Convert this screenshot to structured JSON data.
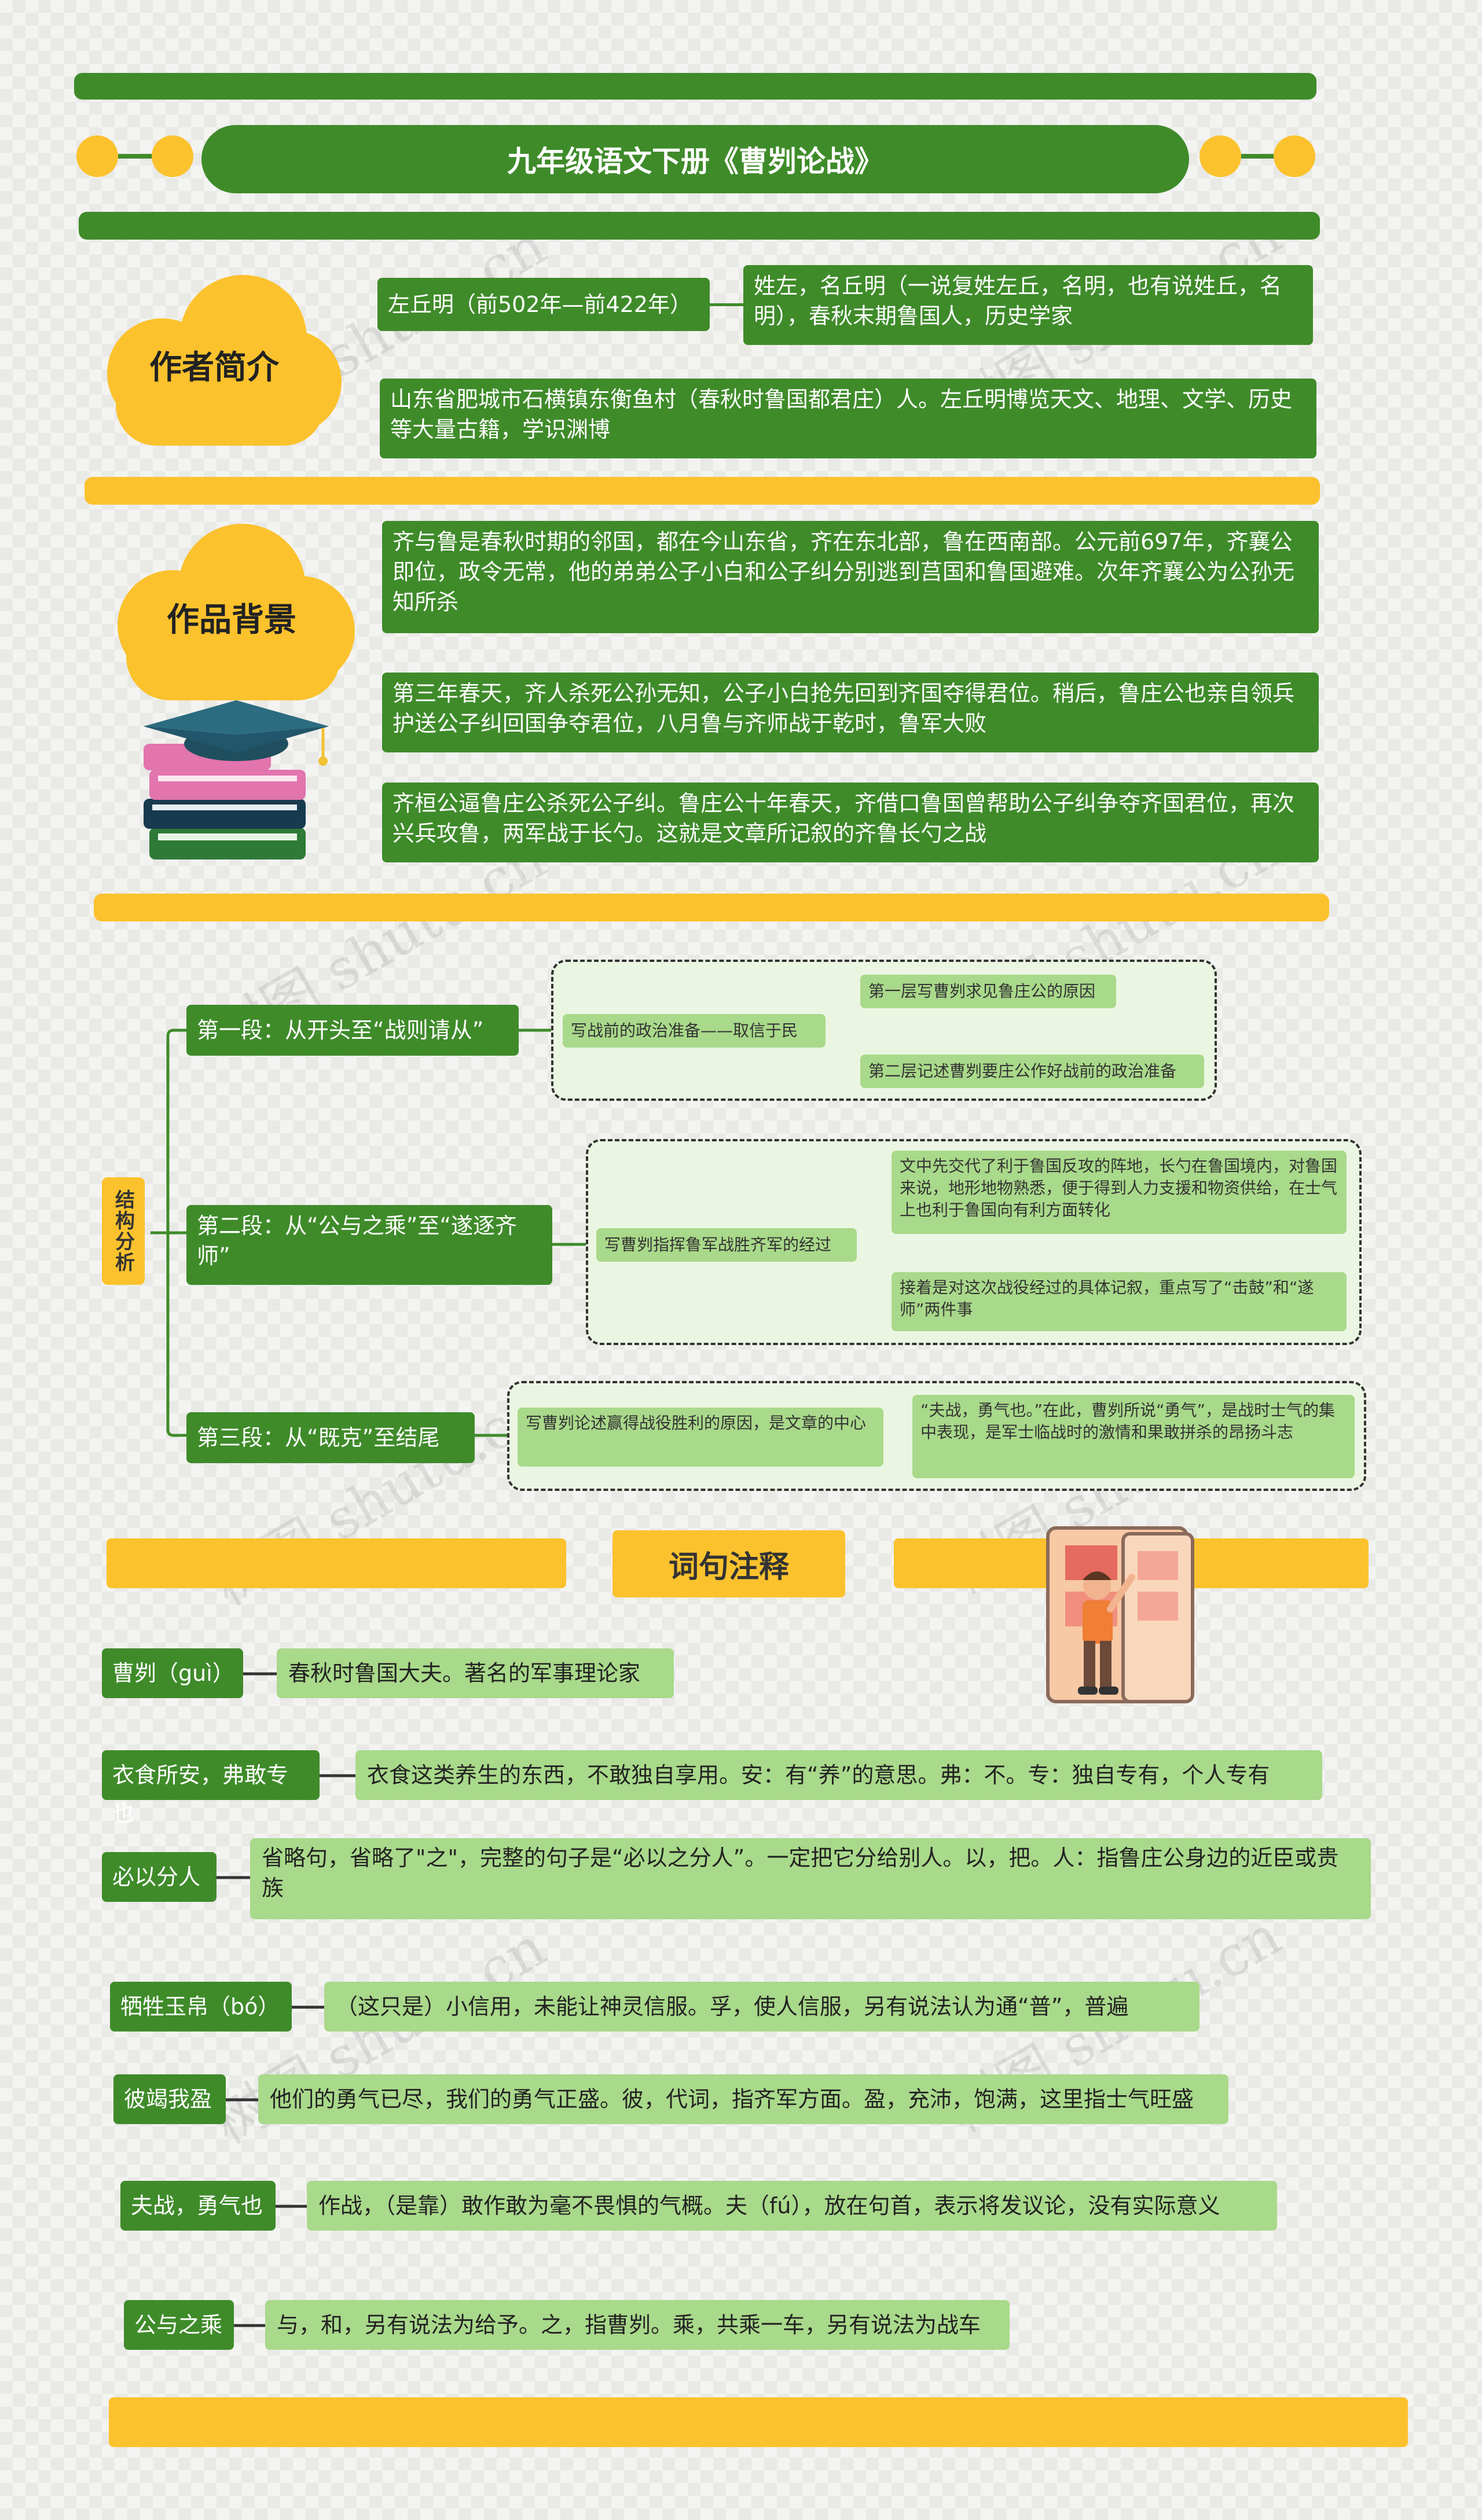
{
  "title": "九年级语文下册《曹刿论战》",
  "watermark": "树图 shutu.cn",
  "colors": {
    "green": "#3f8b2a",
    "light_green": "#a9d98a",
    "yellow": "#fbc22d"
  },
  "author": {
    "heading": "作者简介",
    "name": "左丘明（前502年—前422年）",
    "identity": "姓左，名丘明（一说复姓左丘，名明，也有说姓丘，名明），春秋末期鲁国人，历史学家",
    "place": "山东省肥城市石横镇东衡鱼村（春秋时鲁国都君庄）人。左丘明博览天文、地理、文学、历史等大量古籍，学识渊博"
  },
  "background": {
    "heading": "作品背景",
    "items": [
      "齐与鲁是春秋时期的邻国，都在今山东省，齐在东北部，鲁在西南部。公元前697年，齐襄公即位，政令无常，他的弟弟公子小白和公子纠分别逃到莒国和鲁国避难。次年齐襄公为公孙无知所杀",
      "第三年春天，齐人杀死公孙无知，公子小白抢先回到齐国夺得君位。稍后，鲁庄公也亲自领兵护送公子纠回国争夺君位，八月鲁与齐师战于乾时，鲁军大败",
      "齐桓公逼鲁庄公杀死公子纠。鲁庄公十年春天，齐借口鲁国曾帮助公子纠争夺齐国君位，再次兴兵攻鲁，两军战于长勺。这就是文章所记叙的齐鲁长勺之战"
    ]
  },
  "structure": {
    "root": "结构分析",
    "sections": [
      {
        "label": "第一段：从开头至“战则请从”",
        "summary": "写战前的政治准备——取信于民",
        "details": [
          "第一层写曹刿求见鲁庄公的原因",
          "第二层记述曹刿要庄公作好战前的政治准备"
        ]
      },
      {
        "label": "第二段：从“公与之乘”至“遂逐齐师”",
        "summary": "写曹刿指挥鲁军战胜齐军的经过",
        "details": [
          "文中先交代了利于鲁国反攻的阵地，长勺在鲁国境内，对鲁国来说，地形地物熟悉，便于得到人力支援和物资供给，在士气上也利于鲁国向有利方面转化",
          "接着是对这次战役经过的具体记叙，重点写了“击鼓”和“遂师”两件事"
        ]
      },
      {
        "label": "第三段：从“既克”至结尾",
        "summary": "写曹刿论述赢得战役胜利的原因，是文章的中心",
        "details": [
          "“夫战，勇气也。”在此，曹刿所说“勇气”，是战时士气的集中表现，是军士临战时的激情和果敢拼杀的昂扬斗志"
        ]
      }
    ]
  },
  "notes": {
    "heading": "词句注释",
    "items": [
      {
        "term": "曹刿（guì）",
        "text": "春秋时鲁国大夫。著名的军事理论家"
      },
      {
        "term": "衣食所安，弗敢专也",
        "text": "衣食这类养生的东西，不敢独自享用。安：有“养”的意思。弗：不。专：独自专有，个人专有"
      },
      {
        "term": "必以分人",
        "text": "省略句，省略了\"之\"，完整的句子是“必以之分人”。一定把它分给别人。以，把。人：指鲁庄公身边的近臣或贵族"
      },
      {
        "term": "牺牲玉帛（bó）",
        "text": "（这只是）小信用，未能让神灵信服。孚，使人信服，另有说法认为通“普”，普遍"
      },
      {
        "term": "彼竭我盈",
        "text": "他们的勇气已尽，我们的勇气正盛。彼，代词，指齐军方面。盈，充沛，饱满，这里指士气旺盛"
      },
      {
        "term": "夫战，勇气也",
        "text": "作战，（是靠）敢作敢为毫不畏惧的气概。夫（fú），放在句首，表示将发议论，没有实际意义"
      },
      {
        "term": "公与之乘",
        "text": "与，和，另有说法为给予。之，指曹刿。乘，共乘一车，另有说法为战车"
      }
    ]
  }
}
